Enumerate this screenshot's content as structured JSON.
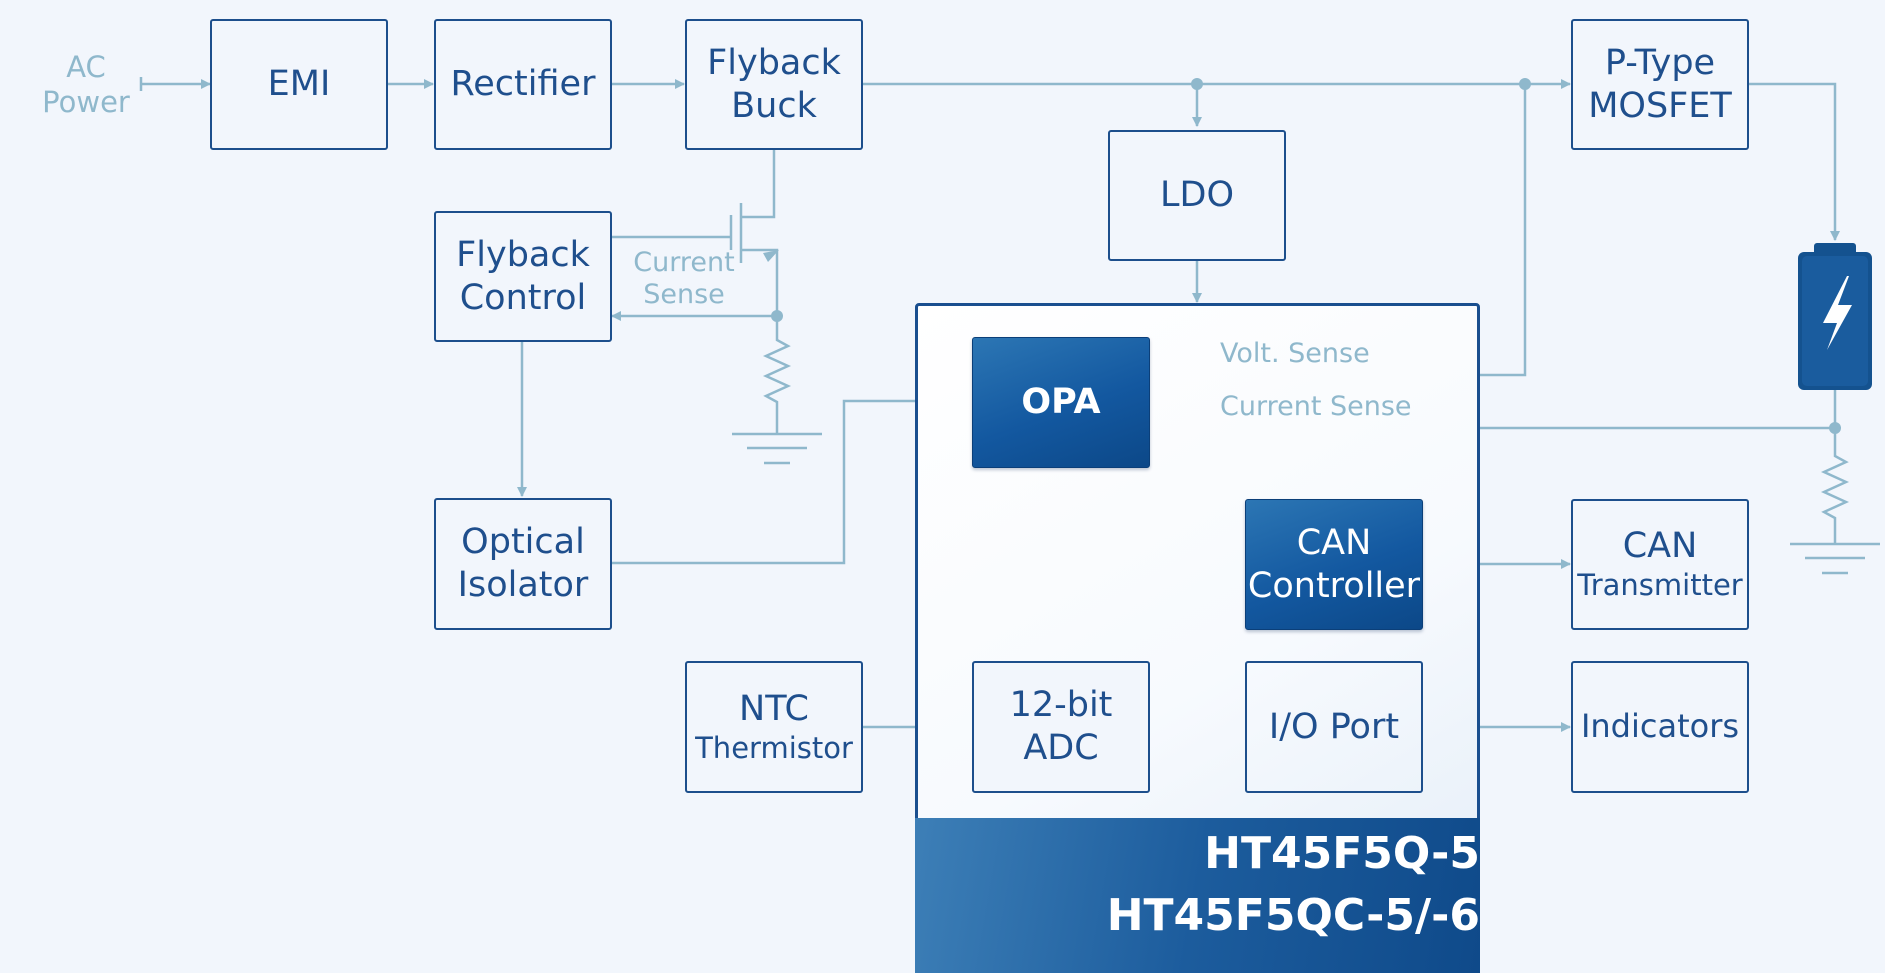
{
  "blocks": {
    "emi": "EMI",
    "rectifier": "Rectifier",
    "flyback_buck": [
      "Flyback",
      "Buck"
    ],
    "p_type_mosfet": [
      "P-Type",
      "MOSFET"
    ],
    "ldo": "LDO",
    "flyback_control": [
      "Flyback",
      "Control"
    ],
    "optical_isolator": [
      "Optical",
      "Isolator"
    ],
    "ntc_thermistor": [
      "NTC",
      "Thermistor"
    ],
    "opa": "OPA",
    "adc": [
      "12-bit",
      "ADC"
    ],
    "can_controller": [
      "CAN",
      "Controller"
    ],
    "io_port": "I/O Port",
    "can_transmitter": [
      "CAN",
      "Transmitter"
    ],
    "indicators": "Indicators"
  },
  "labels": {
    "ac_power": [
      "AC",
      "Power"
    ],
    "current_sense_primary": [
      "Current",
      "Sense"
    ],
    "volt_sense": "Volt. Sense",
    "current_sense_battery": "Current Sense"
  },
  "chip": {
    "names": [
      "HT45F5Q-5",
      "HT45F5QC-5/-6"
    ]
  },
  "icons": {
    "battery": "battery-charging-icon",
    "resistor": "resistor-icon",
    "ground": "ground-icon",
    "mosfet": "mosfet-icon"
  },
  "colors": {
    "line": "#8fb8cc",
    "box_border": "#1d4f8c",
    "dark_block": "#1358a0",
    "background": "#f2f6fc"
  }
}
